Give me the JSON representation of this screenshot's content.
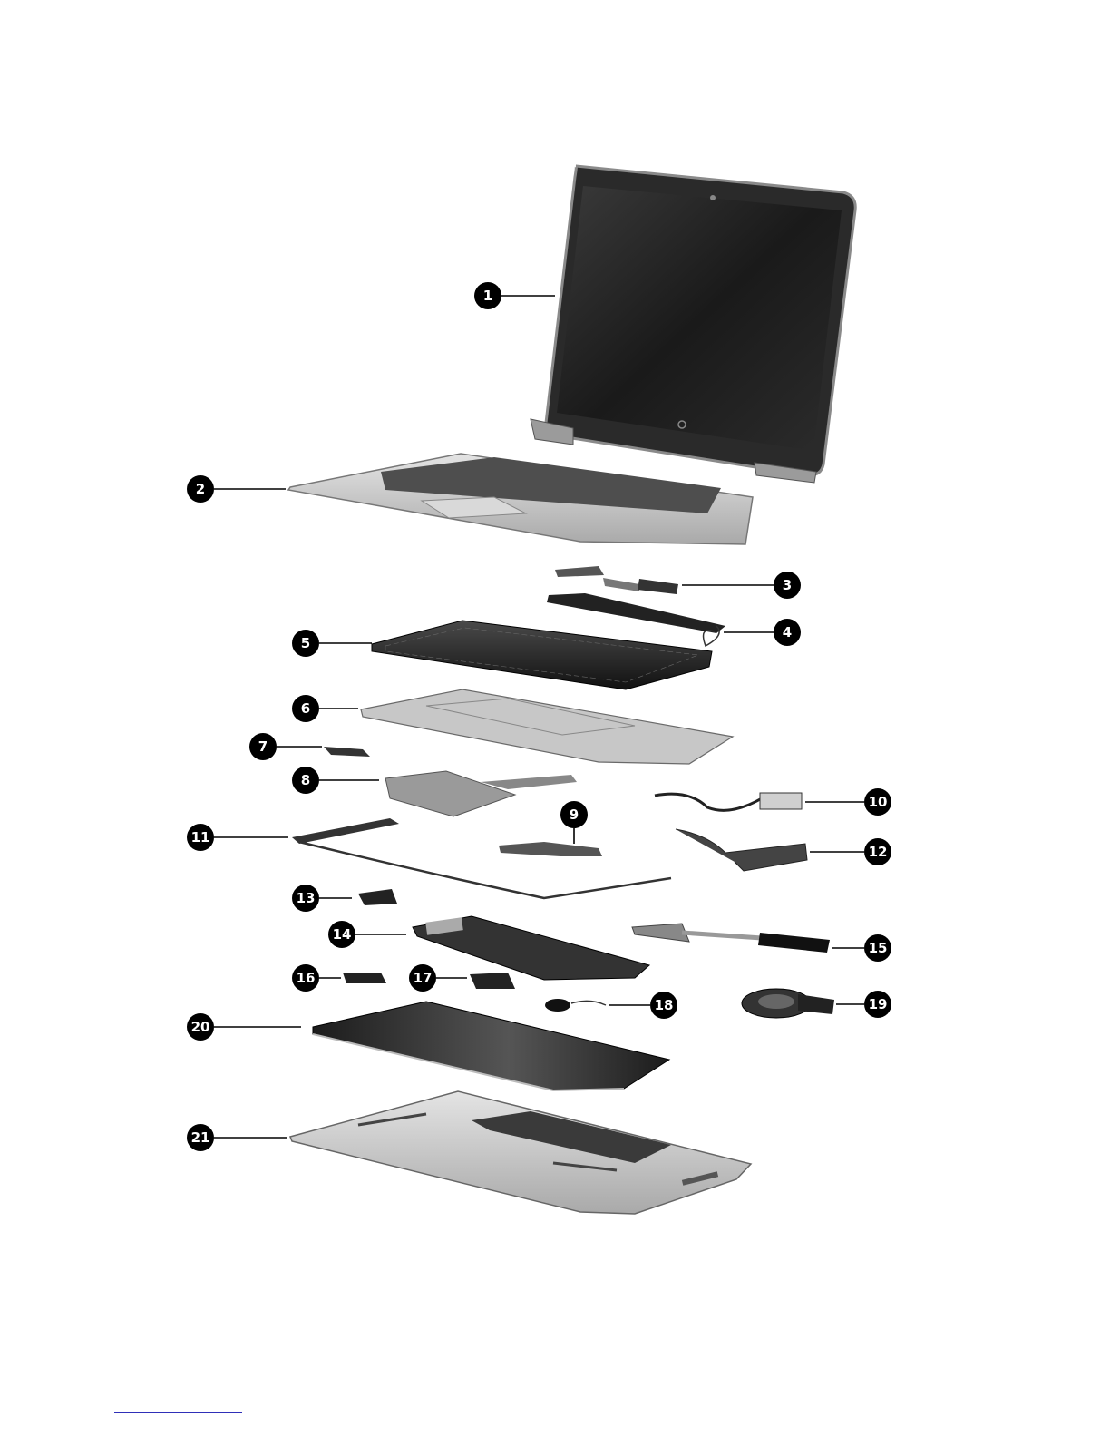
{
  "diagram": {
    "callouts": [
      {
        "number": "1"
      },
      {
        "number": "2"
      },
      {
        "number": "3"
      },
      {
        "number": "4"
      },
      {
        "number": "5"
      },
      {
        "number": "6"
      },
      {
        "number": "7"
      },
      {
        "number": "8"
      },
      {
        "number": "9"
      },
      {
        "number": "10"
      },
      {
        "number": "11"
      },
      {
        "number": "12"
      },
      {
        "number": "13"
      },
      {
        "number": "14"
      },
      {
        "number": "15"
      },
      {
        "number": "16"
      },
      {
        "number": "17"
      },
      {
        "number": "18"
      },
      {
        "number": "19"
      },
      {
        "number": "20"
      },
      {
        "number": "21"
      }
    ]
  },
  "colors": {
    "callout_fill": "#000000",
    "footnote_rule": "#2f2fb8"
  }
}
